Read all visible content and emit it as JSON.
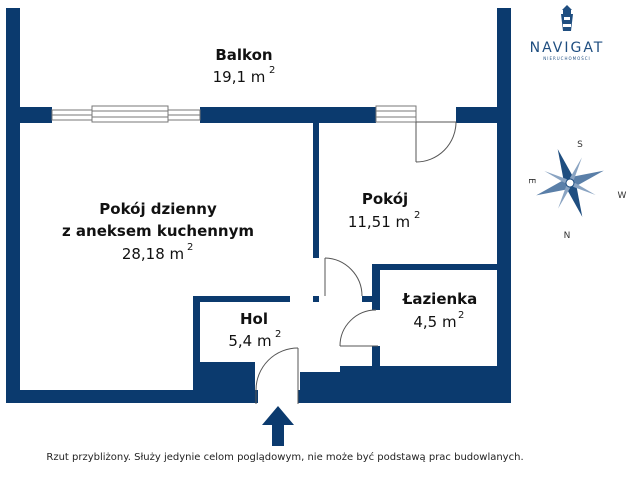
{
  "colors": {
    "wall": "#0b3a6e",
    "brand": "#1f4e80",
    "door": "#555555"
  },
  "rooms": {
    "balkon": {
      "name": "Balkon",
      "area": "19,1 m",
      "sup": "2"
    },
    "pokoj_dzienny": {
      "name1": "Pokój dzienny",
      "name2": "z aneksem kuchennym",
      "area": "28,18 m",
      "sup": "2"
    },
    "pokoj": {
      "name": "Pokój",
      "area": "11,51 m",
      "sup": "2"
    },
    "hol": {
      "name": "Hol",
      "area": "5,4 m",
      "sup": "2"
    },
    "lazienka": {
      "name": "Łazienka",
      "area": "4,5 m",
      "sup": "2"
    }
  },
  "brand": {
    "name": "NAVIGAT",
    "tagline": "NIERUCHOMOŚCI",
    "icon": "lighthouse-icon"
  },
  "compass": {
    "n": "N",
    "s": "S",
    "e": "E",
    "w": "W"
  },
  "entrance": {
    "icon": "entrance-arrow-icon"
  },
  "disclaimer": "Rzut przybliżony. Służy jedynie celom poglądowym, nie może być podstawą prac budowlanych."
}
